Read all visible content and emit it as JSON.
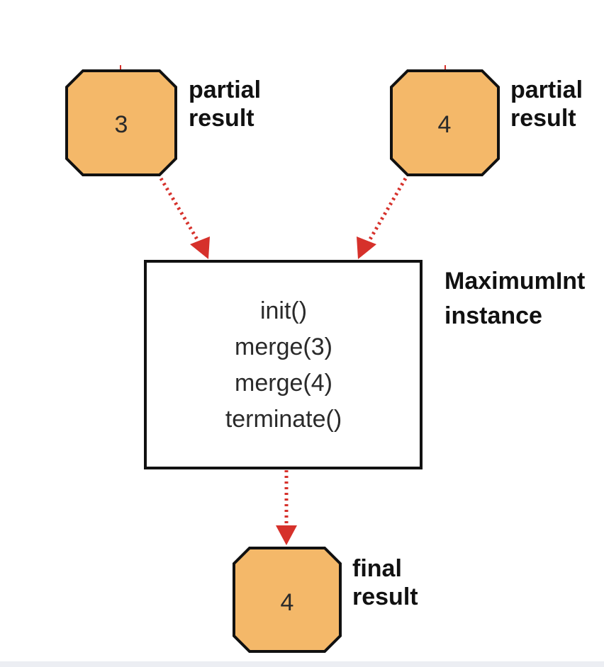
{
  "diagram": {
    "partial_left": {
      "value": "3",
      "label_line1": "partial",
      "label_line2": "result"
    },
    "partial_right": {
      "value": "4",
      "label_line1": "partial",
      "label_line2": "result"
    },
    "instance": {
      "title_line1": "MaximumInt",
      "title_line2": "instance",
      "calls": [
        "init()",
        "merge(3)",
        "merge(4)",
        "terminate()"
      ]
    },
    "final": {
      "value": "4",
      "label_line1": "final",
      "label_line2": "result"
    },
    "colors": {
      "node_fill": "#f4b869",
      "arrow": "#d6312b",
      "stroke": "#111111"
    }
  }
}
